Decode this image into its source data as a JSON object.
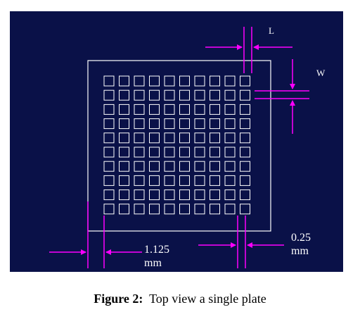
{
  "diagram": {
    "labels": {
      "L": "L",
      "W": "W",
      "left_dim": "1.125\nmm",
      "right_dim": "0.25\nmm"
    },
    "grid": {
      "rows": 10,
      "cols": 10
    },
    "colors": {
      "background": "#0a1148",
      "lines": "#ffffff",
      "dimension": "#ff00ff"
    }
  },
  "caption": {
    "label": "Figure 2:",
    "text": "Top view a single plate"
  }
}
